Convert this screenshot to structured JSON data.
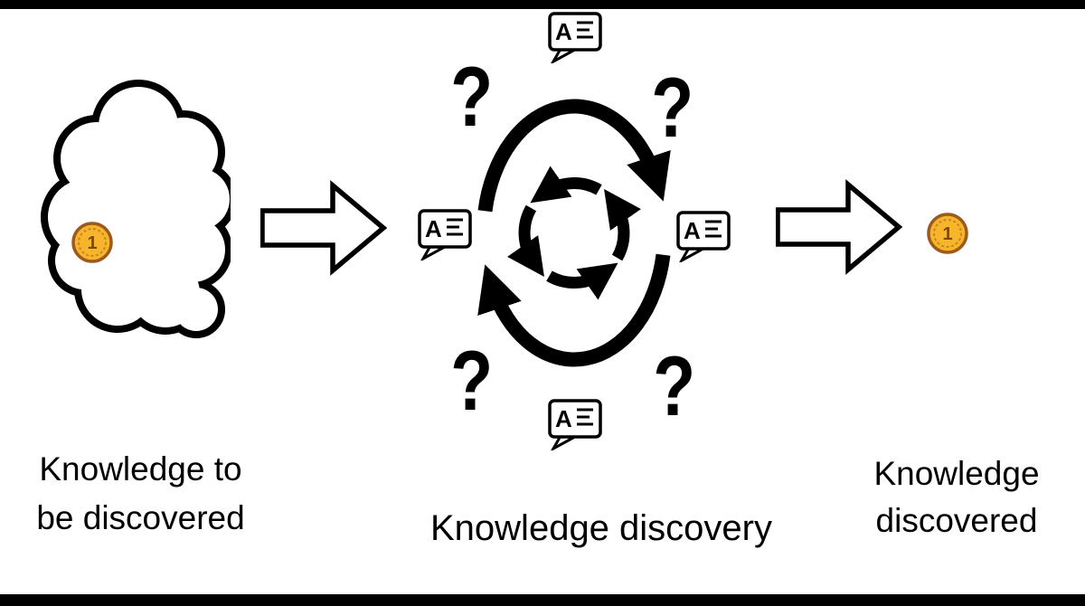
{
  "stage": {
    "background": "#FFFFFF",
    "letterbox": "#000000"
  },
  "left_section": {
    "coin_value": "1",
    "caption_line1": "Knowledge to",
    "caption_line2": "be discovered"
  },
  "center_section": {
    "caption": "Knowledge discovery",
    "bubble_letter": "A",
    "question_marks": [
      "?",
      "?",
      "?",
      "?"
    ]
  },
  "right_section": {
    "coin_value": "1",
    "caption_line1": "Knowledge",
    "caption_line2": "discovered"
  },
  "colors": {
    "ink": "#000000",
    "coin_fill": "#F6B52B",
    "coin_ring": "#9C5B1D",
    "coin_accent": "#C9861F",
    "coin_text": "#7A4A06"
  }
}
